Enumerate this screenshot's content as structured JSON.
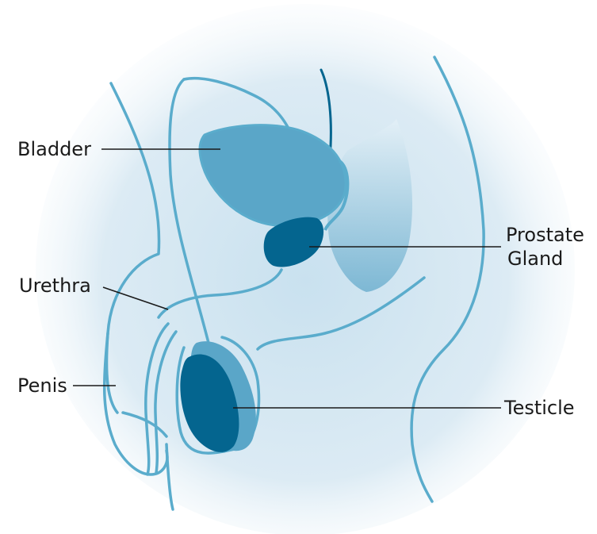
{
  "labels": {
    "bladder": "Bladder",
    "prostate_line1": "Prostate",
    "prostate_line2": "Gland",
    "urethra": "Urethra",
    "penis": "Penis",
    "testicle": "Testicle"
  },
  "colors": {
    "outline": "#5aaccc",
    "bladder": "#5aa6c8",
    "prostate": "#04658f",
    "testicle_dark": "#04658f",
    "testicle_light": "#5aa6c8",
    "background_glow": "#c9e1ef",
    "label_text": "#1a1a1a"
  }
}
